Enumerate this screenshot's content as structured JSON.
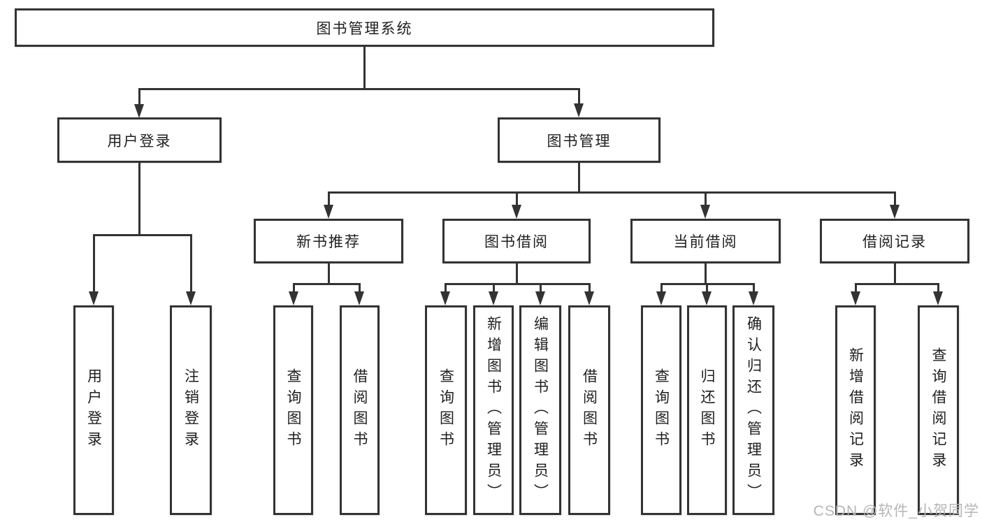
{
  "tree": {
    "root": {
      "label": "图书管理系统"
    },
    "children": [
      {
        "label": "用户登录",
        "leaves": [
          "用户登录",
          "注销登录"
        ]
      },
      {
        "label": "图书管理",
        "children": [
          {
            "label": "新书推荐",
            "leaves": [
              "查询图书",
              "借阅图书"
            ]
          },
          {
            "label": "图书借阅",
            "leaves": [
              "查询图书",
              "新增图书（管理员）",
              "编辑图书（管理员）",
              "借阅图书"
            ]
          },
          {
            "label": "当前借阅",
            "leaves": [
              "查询图书",
              "归还图书",
              "确认归还（管理员）"
            ]
          },
          {
            "label": "借阅记录",
            "leaves": [
              "新增借阅记录",
              "查询借阅记录"
            ]
          }
        ]
      }
    ]
  },
  "watermark": {
    "text": "CSDN @软件_小贺同学"
  },
  "colors": {
    "line": "#333333",
    "text": "#1f1f1f",
    "background": "#ffffff",
    "watermark": "#b6b6b6"
  }
}
